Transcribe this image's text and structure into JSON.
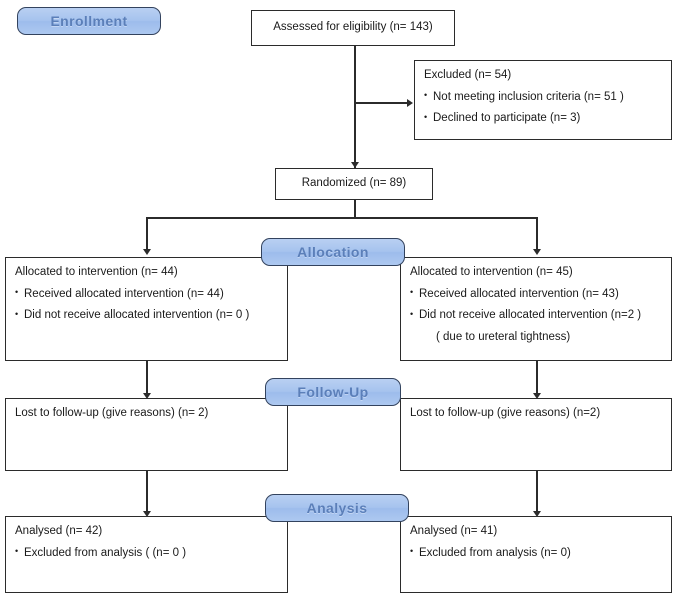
{
  "diagram": {
    "title": "CONSORT participant flow diagram",
    "colors": {
      "banner_fill": "#a8c6f0",
      "banner_border": "#33435e",
      "banner_text": "#5b7fb9",
      "box_border": "#2b2b2b",
      "box_text": "#1a1a1a",
      "background": "#ffffff"
    }
  },
  "stages": {
    "enrollment": "Enrollment",
    "allocation": "Allocation",
    "followup": "Follow-Up",
    "analysis": "Analysis"
  },
  "nodes": {
    "assessed": {
      "lines": [
        {
          "text": "Assessed for eligibility (n= 143)",
          "style": "plain"
        }
      ]
    },
    "excluded": {
      "lines": [
        {
          "text": "Excluded (n= 54)",
          "style": "plain"
        },
        {
          "text": "Not meeting inclusion criteria (n= 51  )",
          "style": "bullet"
        },
        {
          "text": "Declined to participate (n= 3)",
          "style": "bullet"
        }
      ]
    },
    "randomized": {
      "lines": [
        {
          "text": "Randomized (n= 89)",
          "style": "plain"
        }
      ]
    },
    "allocated_left": {
      "lines": [
        {
          "text": "Allocated to intervention (n= 44)",
          "style": "plain"
        },
        {
          "text": "Received allocated intervention (n= 44)",
          "style": "bullet"
        },
        {
          "text": "Did not receive allocated intervention (n= 0 )",
          "style": "bullet"
        }
      ]
    },
    "allocated_right": {
      "lines": [
        {
          "text": "Allocated to intervention (n= 45)",
          "style": "plain"
        },
        {
          "text": "Received allocated intervention (n= 43)",
          "style": "bullet"
        },
        {
          "text": "Did not receive allocated intervention  (n=2  )",
          "style": "bullet"
        },
        {
          "text": "( due to ureteral  tightness)",
          "style": "indent"
        }
      ]
    },
    "followup_left": {
      "lines": [
        {
          "text": "Lost to follow-up (give reasons) (n= 2)",
          "style": "plain"
        }
      ]
    },
    "followup_right": {
      "lines": [
        {
          "text": "Lost to follow-up (give reasons) (n=2)",
          "style": "plain"
        }
      ]
    },
    "analysis_left": {
      "lines": [
        {
          "text": "Analysed (n= 42)",
          "style": "plain"
        },
        {
          "text": "Excluded from analysis ( (n= 0 )",
          "style": "bullet"
        }
      ]
    },
    "analysis_right": {
      "lines": [
        {
          "text": "Analysed (n= 41)",
          "style": "plain"
        },
        {
          "text": "Excluded from analysis (n= 0)",
          "style": "bullet"
        }
      ]
    }
  }
}
